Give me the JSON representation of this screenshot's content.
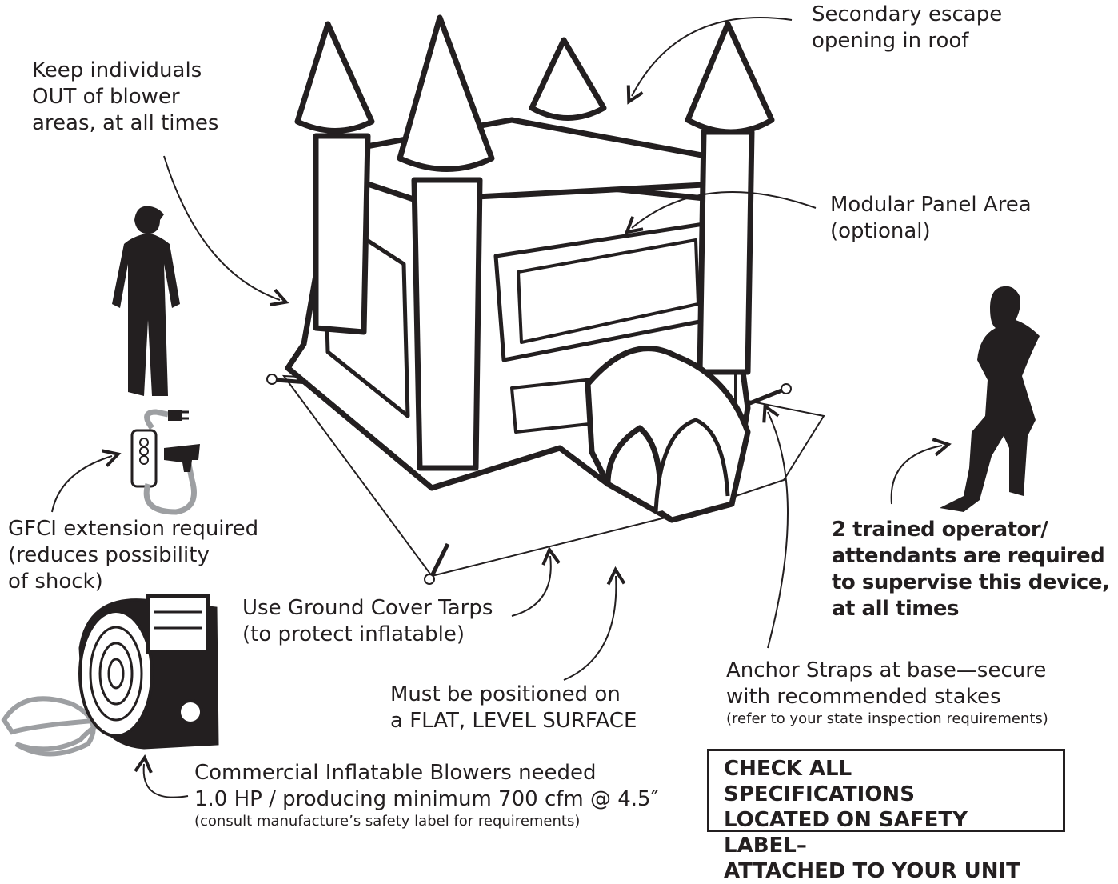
{
  "labels": {
    "roof_escape": [
      "Secondary escape",
      "opening in roof"
    ],
    "blower_area": [
      "Keep individuals",
      "OUT of blower",
      "areas, at all times"
    ],
    "modular_panel": [
      "Modular Panel Area",
      "(optional)"
    ],
    "gfci": [
      "GFCI extension required",
      "(reduces possibility",
      "of shock)"
    ],
    "operators": [
      "2 trained operator/",
      "attendants are required",
      "to supervise this device,",
      "at all times"
    ],
    "tarps": [
      "Use Ground Cover Tarps",
      "(to protect inflatable)"
    ],
    "anchor": [
      "Anchor Straps at base—secure",
      "with recommended stakes"
    ],
    "anchor_note": "(refer to your state inspection requirements)",
    "level": [
      "Must be positioned on",
      "a FLAT, LEVEL SURFACE"
    ],
    "blowers": [
      "Commercial Inflatable Blowers needed",
      "1.0 HP / producing minimum 700 cfm @ 4.5″"
    ],
    "blowers_note": "(consult manufacture’s safety label for requirements)",
    "check": [
      "CHECK ALL SPECIFICATIONS",
      "LOCATED ON SAFETY LABEL–",
      "ATTACHED TO YOUR UNIT"
    ]
  }
}
